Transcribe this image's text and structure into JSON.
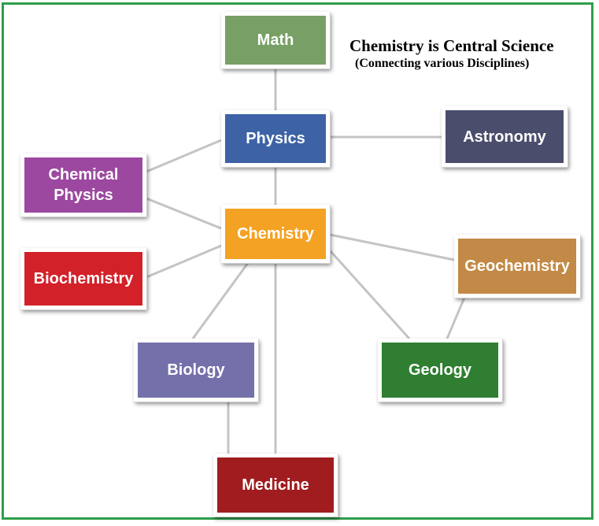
{
  "title": "Chemistry is Central Science",
  "subtitle": "(Connecting various Disciplines)",
  "colors": {
    "frame": "#2e9e4a",
    "link": "#c4c4c4"
  },
  "nodes": [
    {
      "id": "math",
      "label": "Math",
      "color": "#78a066"
    },
    {
      "id": "physics",
      "label": "Physics",
      "color": "#3d63a6"
    },
    {
      "id": "astronomy",
      "label": "Astronomy",
      "color": "#4a4d6b"
    },
    {
      "id": "chemical_physics",
      "label": "Chemical\nPhysics",
      "color": "#9c48a0"
    },
    {
      "id": "chemistry",
      "label": "Chemistry",
      "color": "#f4a223"
    },
    {
      "id": "biochemistry",
      "label": "Biochemistry",
      "color": "#d32129"
    },
    {
      "id": "geochemistry",
      "label": "Geochemistry",
      "color": "#c28a46"
    },
    {
      "id": "biology",
      "label": "Biology",
      "color": "#7470aa"
    },
    {
      "id": "geology",
      "label": "Geology",
      "color": "#2f7e31"
    },
    {
      "id": "medicine",
      "label": "Medicine",
      "color": "#a01c1f"
    }
  ],
  "connections": [
    [
      "math",
      "physics"
    ],
    [
      "physics",
      "astronomy"
    ],
    [
      "physics",
      "chemical_physics"
    ],
    [
      "physics",
      "chemistry"
    ],
    [
      "chemical_physics",
      "chemistry"
    ],
    [
      "chemistry",
      "biochemistry"
    ],
    [
      "chemistry",
      "geochemistry"
    ],
    [
      "chemistry",
      "biology"
    ],
    [
      "chemistry",
      "geology"
    ],
    [
      "chemistry",
      "medicine"
    ],
    [
      "geochemistry",
      "geology"
    ],
    [
      "biology",
      "medicine"
    ]
  ]
}
